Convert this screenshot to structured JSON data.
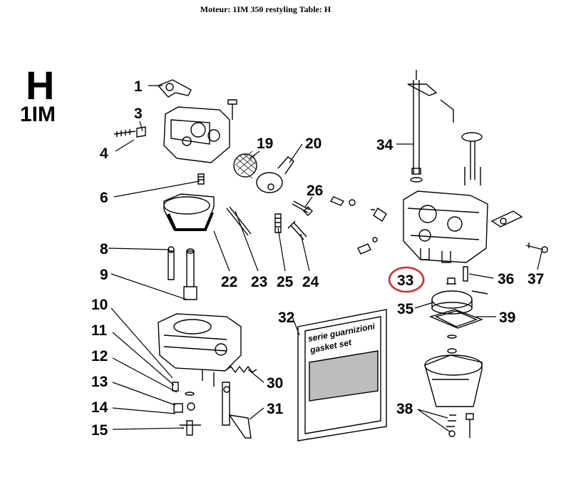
{
  "header": {
    "title": "Moteur: 1IM 350 restyling  Table: H"
  },
  "table_letter": "H",
  "engine_code": "1IM",
  "gasket_box": {
    "line1": "serie guarnizioni",
    "line2": "gasket set"
  },
  "highlight": {
    "part": "33",
    "color": "#e3262b"
  },
  "callouts": [
    {
      "id": "1",
      "label": "1"
    },
    {
      "id": "3",
      "label": "3"
    },
    {
      "id": "4",
      "label": "4"
    },
    {
      "id": "6",
      "label": "6"
    },
    {
      "id": "8",
      "label": "8"
    },
    {
      "id": "9",
      "label": "9"
    },
    {
      "id": "10",
      "label": "10"
    },
    {
      "id": "11",
      "label": "11"
    },
    {
      "id": "12",
      "label": "12"
    },
    {
      "id": "13",
      "label": "13"
    },
    {
      "id": "14",
      "label": "14"
    },
    {
      "id": "15",
      "label": "15"
    },
    {
      "id": "19",
      "label": "19"
    },
    {
      "id": "20",
      "label": "20"
    },
    {
      "id": "22",
      "label": "22"
    },
    {
      "id": "23",
      "label": "23"
    },
    {
      "id": "24",
      "label": "24"
    },
    {
      "id": "25",
      "label": "25"
    },
    {
      "id": "26",
      "label": "26"
    },
    {
      "id": "30",
      "label": "30"
    },
    {
      "id": "31",
      "label": "31"
    },
    {
      "id": "32",
      "label": "32"
    },
    {
      "id": "33",
      "label": "33"
    },
    {
      "id": "34",
      "label": "34"
    },
    {
      "id": "35",
      "label": "35"
    },
    {
      "id": "36",
      "label": "36"
    },
    {
      "id": "37",
      "label": "37"
    },
    {
      "id": "38",
      "label": "38"
    },
    {
      "id": "39",
      "label": "39"
    }
  ]
}
